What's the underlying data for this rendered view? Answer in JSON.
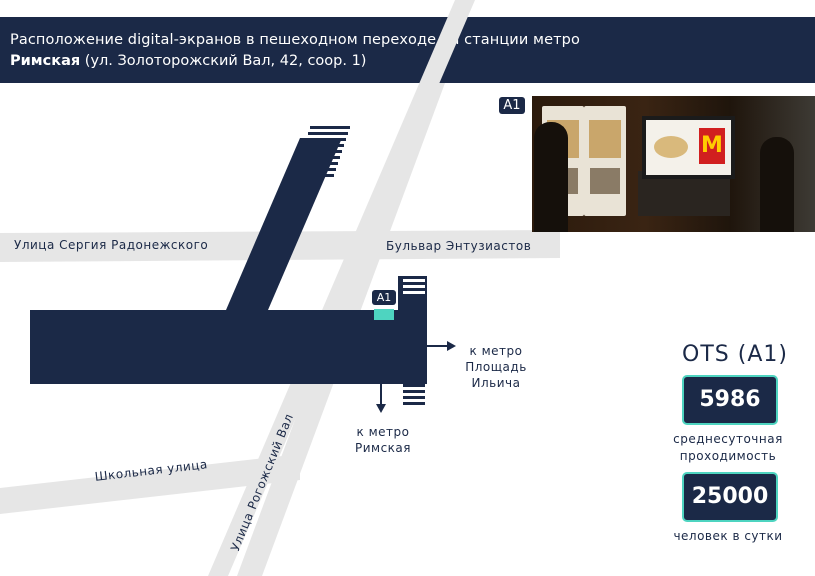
{
  "header": {
    "line1": "Расположение digital-экранов в пешеходном переходе на станции метро",
    "station": "Римская",
    "address": " (ул. Золоторожский Вал,  42, соор. 1)"
  },
  "streets": {
    "radonezh": "Улица Сергия Радонежского",
    "entuziastov": "Бульвар Энтузиастов",
    "shkolnaya": "Школьная улица",
    "rogozhsky": "Улица Рогожский Вал"
  },
  "screen_badge": "A1",
  "photo_badge": "A1",
  "exits": {
    "ilyicha": [
      "к метро",
      "Площадь",
      "Ильича"
    ],
    "rimskaya": [
      "к метро",
      "Римская"
    ]
  },
  "ots": {
    "title": "OTS (A1)",
    "daily_traffic_value": "5986",
    "daily_traffic_caption": [
      "среднесуточная",
      "проходимость"
    ],
    "people_value": "25000",
    "people_caption": "человек в сутки"
  },
  "colors": {
    "navy": "#1b2947",
    "road": "#e6e6e6",
    "accent": "#4ed4c0"
  }
}
